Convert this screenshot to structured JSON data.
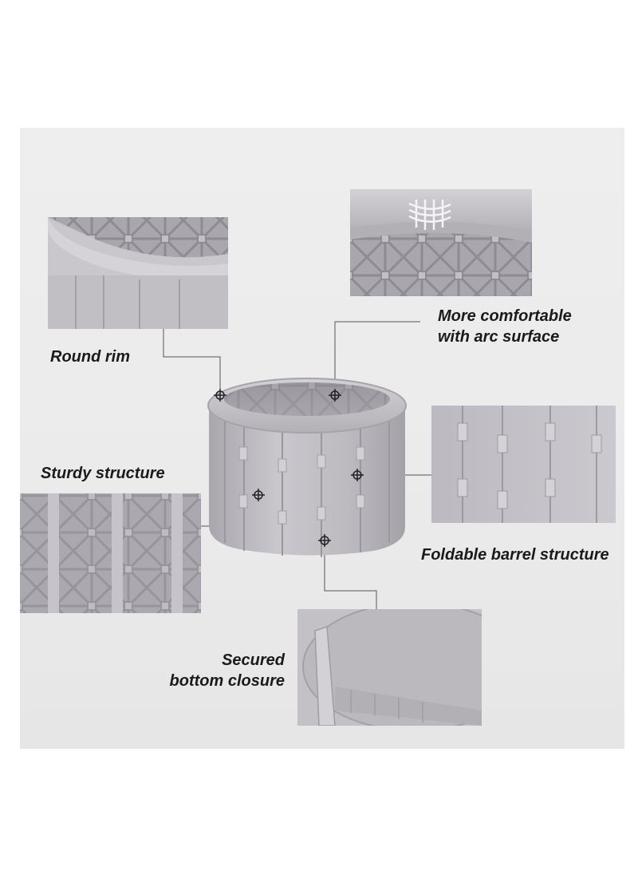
{
  "callouts": {
    "round_rim": "Round rim",
    "arc_surface": "More comfortable\nwith arc surface",
    "sturdy_structure": "Sturdy structure",
    "foldable_barrel": "Foldable barrel structure",
    "bottom_closure": "Secured\nbottom closure"
  },
  "colors": {
    "background": "#ebebeb",
    "product_gray": "#b9b6bd",
    "text": "#1a1a1a"
  }
}
